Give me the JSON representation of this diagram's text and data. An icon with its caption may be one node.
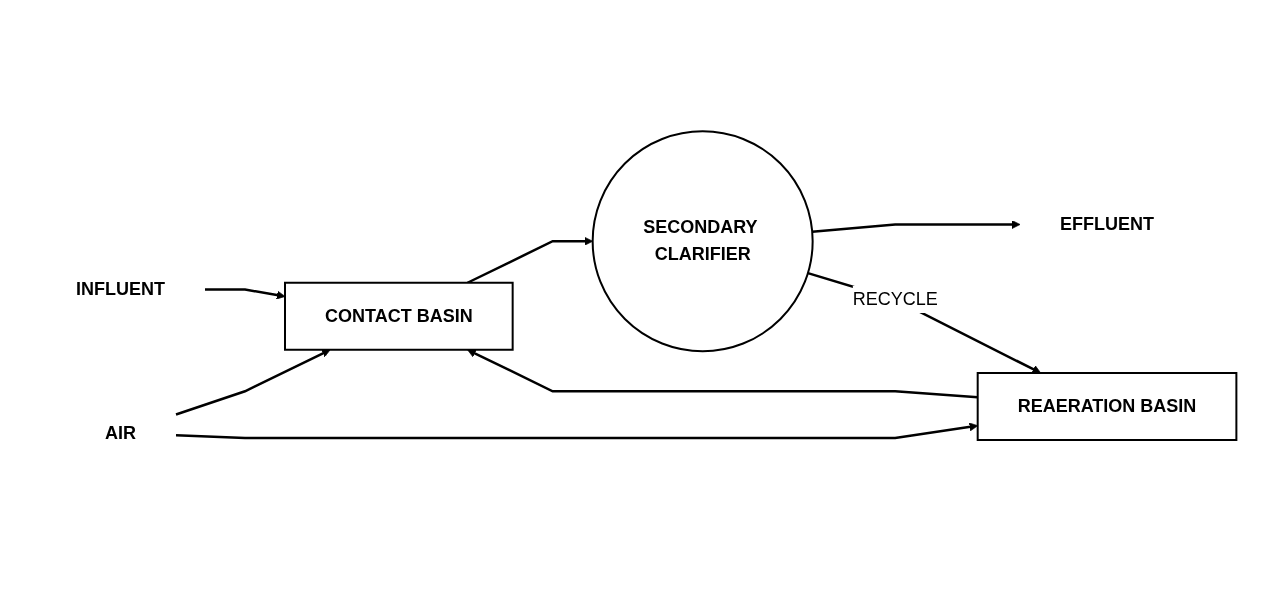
{
  "diagram": {
    "nodes": [
      {
        "text": [
          "INFLUENT"
        ]
      },
      {
        "text": [
          "CONTACT BASIN"
        ]
      },
      {
        "text": [
          "SECONDARY CLARIFIER"
        ]
      },
      {
        "text": [
          "EFFLUENT"
        ]
      },
      {
        "text": [
          "AIR"
        ]
      },
      {
        "text": [
          "REAERATION BASIN"
        ]
      }
    ],
    "edges": [
      {
        "from": 0,
        "to": 1,
        "arrow": "to"
      },
      {
        "from": 1,
        "to": 2,
        "arrow": "to"
      },
      {
        "from": 2,
        "to": 3,
        "arrow": "to"
      },
      {
        "from": 2,
        "to": 5,
        "label": "RECYCLE",
        "arrow": "to"
      },
      {
        "from": 5,
        "to": 1,
        "arrow": "to"
      },
      {
        "from": 4,
        "to": 1,
        "arrow": "to"
      },
      {
        "from": 4,
        "to": 5,
        "arrow": "to"
      }
    ]
  }
}
